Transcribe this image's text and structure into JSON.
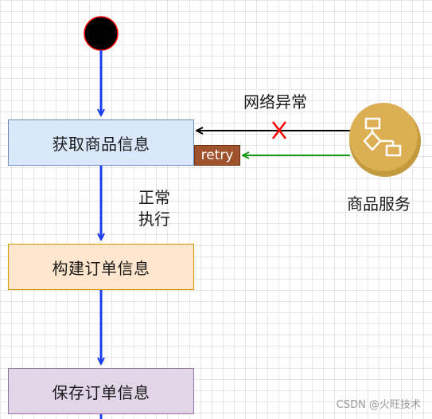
{
  "nodes": {
    "fetch_product_info": "获取商品信息",
    "build_order_info": "构建订单信息",
    "save_order_info": "保存订单信息"
  },
  "labels": {
    "network_error": "网络异常",
    "normal_line1": "正常",
    "normal_line2": "执行",
    "retry": "retry",
    "product_service": "商品服务"
  },
  "watermark": "CSDN @火旺技术",
  "colors": {
    "flow_arrow": "#1a3bef",
    "failed_call_arrow": "#000000",
    "retry_arrow": "#1a9b1a",
    "failure_mark": "#ff0000",
    "start_node_fill": "#000000",
    "start_node_border": "#ff0000",
    "service_icon": "#d4a84b"
  },
  "icons": {
    "start": "start-node-icon",
    "service": "flowchart-icon",
    "failure": "x-mark-icon"
  }
}
